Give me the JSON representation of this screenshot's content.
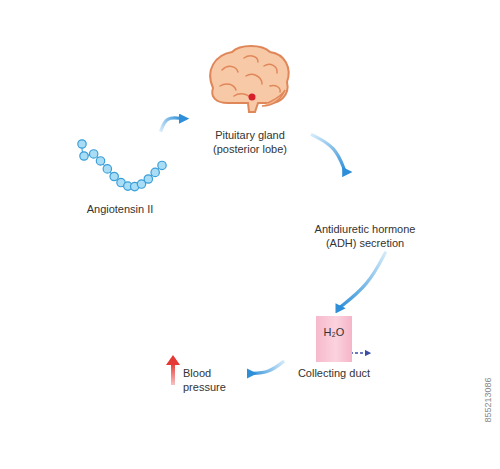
{
  "diagram": {
    "nodes": [
      {
        "text": [
          "Angiotensin II"
        ]
      },
      {
        "text": [
          "Pituitary gland (posterior lobe)"
        ]
      },
      {
        "text": [
          "Antidiuretic hormone (ADH) secretion"
        ]
      },
      {
        "text": [
          "H₂O",
          "Collecting duct"
        ]
      },
      {
        "text": [
          "Blood pressure"
        ]
      }
    ],
    "edges": [
      {
        "from": 0,
        "to": 1,
        "arrow": "to"
      },
      {
        "from": 1,
        "to": 2,
        "arrow": "to"
      },
      {
        "from": 2,
        "to": 3,
        "arrow": "to"
      },
      {
        "from": 3,
        "to": 4,
        "arrow": "to"
      }
    ],
    "labels": [
      "855213086"
    ]
  }
}
